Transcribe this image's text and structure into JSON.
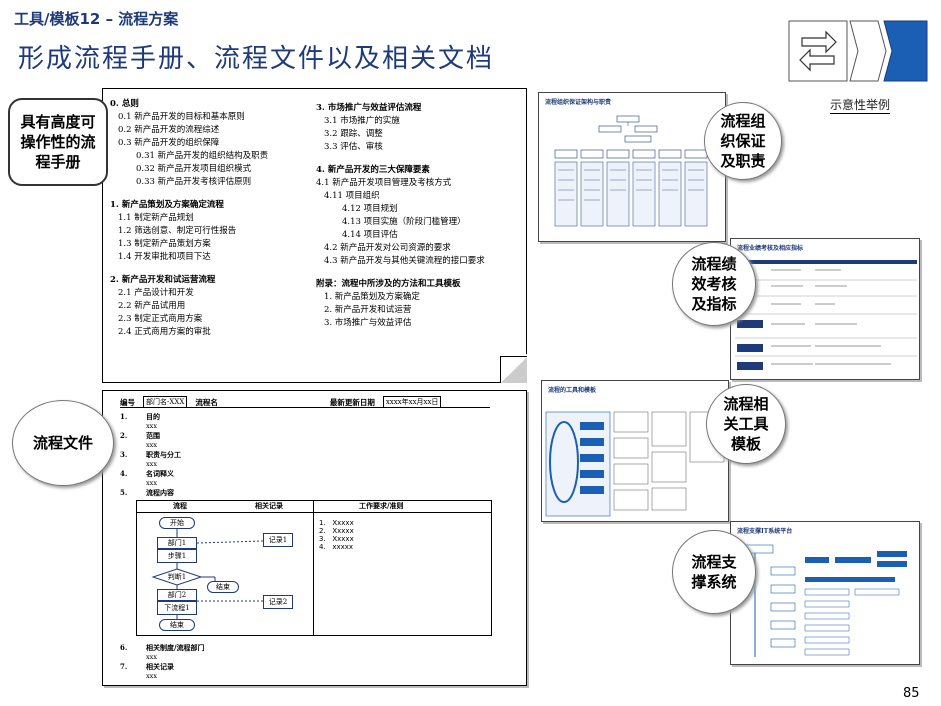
{
  "header": {
    "tag": "工具/模板12 – 流程方案",
    "title": "形成流程手册、流程文件以及相关文档",
    "demo_note": "示意性举例",
    "page_number": "85"
  },
  "colors": {
    "brand": "#1f3a7a",
    "accent_blue": "#1a5fb4"
  },
  "bubbles": {
    "manual": "具有高度可\n操作性的流\n程手册",
    "file": "流程文件",
    "org": "流程组\n织保证\n及职责",
    "kpi": "流程绩\n效考核\n及指标",
    "tools": "流程相\n关工具\n模板",
    "support": "流程支\n撑系统"
  },
  "manual_toc": {
    "col1": [
      {
        "text": "0. 总则",
        "level": "h"
      },
      {
        "text": "0.1 新产品开发的目标和基本原则",
        "level": "l1"
      },
      {
        "text": "0.2 新产品开发的流程综述",
        "level": "l1"
      },
      {
        "text": "0.3 新产品开发的组织保障",
        "level": "l1"
      },
      {
        "text": "0.31 新产品开发的组织结构及职责",
        "level": "l2"
      },
      {
        "text": "0.32 新产品开发项目组织模式",
        "level": "l2"
      },
      {
        "text": "0.33 新产品开发考核评估原则",
        "level": "l2"
      },
      {
        "text": "",
        "level": "gap"
      },
      {
        "text": "1. 新产品策划及方案确定流程",
        "level": "h"
      },
      {
        "text": "1.1 制定新产品规划",
        "level": "l1"
      },
      {
        "text": "1.2 筛选创意、制定可行性报告",
        "level": "l1"
      },
      {
        "text": "1.3 制定新产品策划方案",
        "level": "l1"
      },
      {
        "text": "1.4 开发审批和项目下达",
        "level": "l1"
      },
      {
        "text": "",
        "level": "gap"
      },
      {
        "text": "2. 新产品开发和试运营流程",
        "level": "h"
      },
      {
        "text": "2.1 产品设计和开发",
        "level": "l1"
      },
      {
        "text": "2.2 新产品试用用",
        "level": "l1"
      },
      {
        "text": "2.3 制定正式商用方案",
        "level": "l1"
      },
      {
        "text": "2.4 正式商用方案的审批",
        "level": "l1"
      }
    ],
    "col2": [
      {
        "text": "3. 市场推广与效益评估流程",
        "level": "h"
      },
      {
        "text": "3.1 市场推广的实施",
        "level": "l1"
      },
      {
        "text": "3.2 跟踪、调整",
        "level": "l1"
      },
      {
        "text": "3.3 评估、审核",
        "level": "l1"
      },
      {
        "text": "",
        "level": "gap"
      },
      {
        "text": "4. 新产品开发的三大保障要素",
        "level": "h"
      },
      {
        "text": "4.1 新产品开发项目管理及考核方式",
        "level": "l0"
      },
      {
        "text": "4.11 项目组织",
        "level": "l1"
      },
      {
        "text": "4.12 项目规划",
        "level": "l2"
      },
      {
        "text": "4.13 项目实施（阶段门槛管理）",
        "level": "l2"
      },
      {
        "text": "4.14 项目评估",
        "level": "l2"
      },
      {
        "text": "4.2 新产品开发对公司资源的要求",
        "level": "l1"
      },
      {
        "text": "4.3 新产品开发与其他关键流程的接口要求",
        "level": "l1"
      },
      {
        "text": "",
        "level": "gap"
      },
      {
        "text": "附录：流程中所涉及的方法和工具模板",
        "level": "h"
      },
      {
        "text": "1. 新产品策划及方案确定",
        "level": "l1"
      },
      {
        "text": "2. 新产品开发和试运营",
        "level": "l1"
      },
      {
        "text": "3. 市场推广与效益评估",
        "level": "l1"
      }
    ]
  },
  "process_file": {
    "header": {
      "code_label": "编号",
      "code_value": "部门名-XXX",
      "name_label": "流程名",
      "date_label": "最新更新日期",
      "date_value": "xxxx年xx月xx日"
    },
    "sections": [
      {
        "n": "1.",
        "label": "目的",
        "value": "xxx"
      },
      {
        "n": "2.",
        "label": "范围",
        "value": "xxx"
      },
      {
        "n": "3.",
        "label": "职责与分工",
        "value": "xxx"
      },
      {
        "n": "4.",
        "label": "名词释义",
        "value": "xxx"
      },
      {
        "n": "5.",
        "label": "流程内容",
        "value": ""
      }
    ],
    "flow_table_headers": [
      "流程",
      "相关记录",
      "工作要求/准则"
    ],
    "flow_nodes": {
      "start": "开始",
      "dept1": "部门1",
      "task1": "步骤1",
      "decision": "判断1",
      "end_right": "结束",
      "dept2": "部门2",
      "task2": "下流程1",
      "end": "结束",
      "rec1": "记录1",
      "rec2": "记录2"
    },
    "steps": [
      "1.   Xxxxx",
      "2.   Xxxxx",
      "3.   Xxxxx",
      "4.   xxxxx"
    ],
    "tail_sections": [
      {
        "n": "6.",
        "label": "相关制度/流程部门",
        "value": "xxx"
      },
      {
        "n": "7.",
        "label": "相关记录",
        "value": "xxx"
      }
    ]
  },
  "thumbnails": {
    "org_title": "流程组织保证架构与职责",
    "kpi_title": "流程业绩考核及相应指标",
    "tools_title": "流程的工具和模板",
    "support_title": "流程支撑IT系统平台"
  }
}
